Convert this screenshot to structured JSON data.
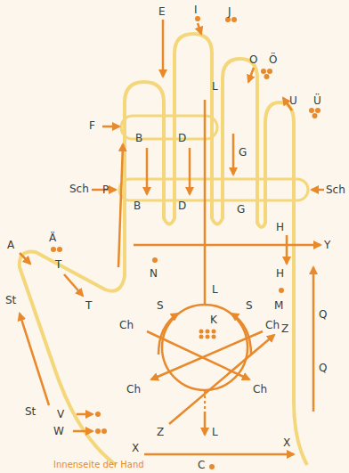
{
  "diagram": {
    "labels": [
      "E",
      "I",
      "J",
      "O",
      "Ö",
      "U",
      "Ü",
      "L",
      "F",
      "B",
      "D",
      "P",
      "G",
      "Sch",
      "B",
      "D",
      "G",
      "Sch",
      "A",
      "Ä",
      "H",
      "Y",
      "N",
      "T",
      "H",
      "M",
      "Q",
      "L",
      "S",
      "S",
      "Ch",
      "K",
      "Ch",
      "Z",
      "T",
      "St",
      "Q",
      "Ch",
      "Ch",
      "St",
      "V",
      "W",
      "Z",
      "L",
      "X",
      "X",
      "C",
      "Innenseite der Hand"
    ]
  }
}
